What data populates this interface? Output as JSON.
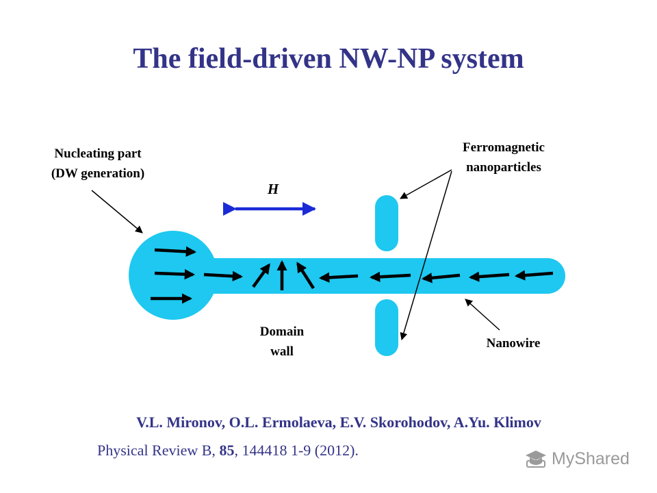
{
  "title": "The field-driven NW-NP system",
  "labels": {
    "nucleating_line1": "Nucleating part",
    "nucleating_line2": "(DW generation)",
    "field": "H",
    "ferro_line1": "Ferromagnetic",
    "ferro_line2": "nanoparticles",
    "domain_line1": "Domain",
    "domain_line2": "wall",
    "nanowire": "Nanowire"
  },
  "citation": {
    "authors": "V.L. Mironov, O.L. Ermolaeva, E.V. Skorohodov, A.Yu. Klimov",
    "journal": "Physical Review B,",
    "volume": "85",
    "pages_year": ", 144418 1-9 (2012)."
  },
  "watermark": {
    "text": "MyShared",
    "icon": "mortarboard-icon"
  },
  "colors": {
    "title": "#333388",
    "wire_fill": "#1ec8f0",
    "field_arrow": "#1a2bd6",
    "moment_arrows": "#000000"
  }
}
